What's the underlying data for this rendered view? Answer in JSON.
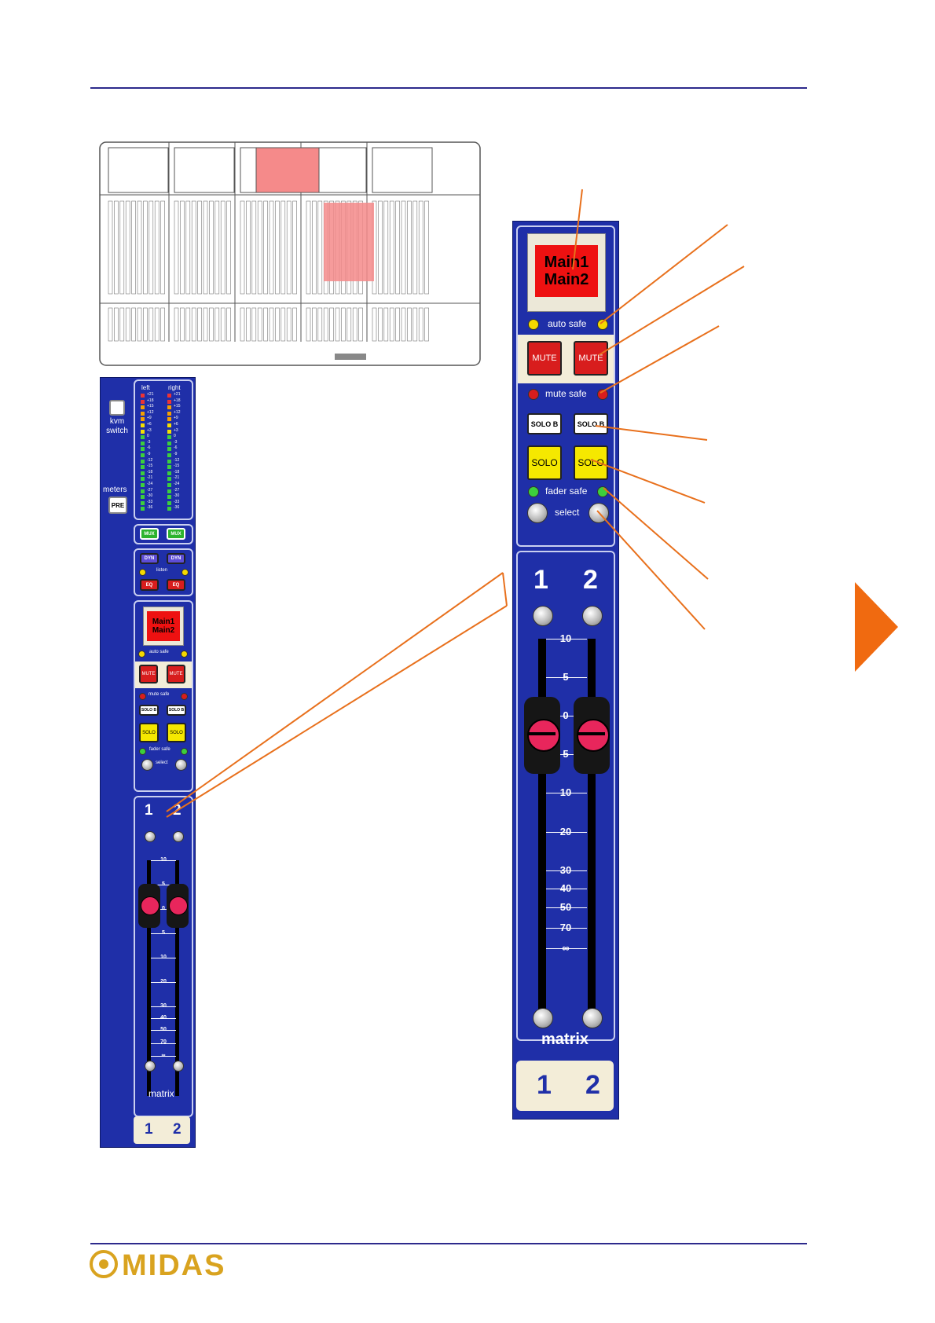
{
  "page": {
    "accent": "#2d2a8c",
    "strip_color": "#1f2fa8",
    "callout_color": "#e8701c"
  },
  "console_overview": {
    "highlight_color": "#f58a8a"
  },
  "small_strip": {
    "meter_left": "left",
    "meter_right": "right",
    "meter_scale": [
      "+21",
      "+18",
      "+15",
      "+12",
      "+9",
      "+6",
      "+3",
      "0",
      "-3",
      "-6",
      "-9",
      "-12",
      "-15",
      "-18",
      "-21",
      "-24",
      "-27",
      "-30",
      "-33",
      "-36"
    ],
    "kvm_label_1": "kvm",
    "kvm_label_2": "switch",
    "meters_label": "meters",
    "pre_label": "PRE",
    "mux_1": "MUX",
    "mux_2": "MUX",
    "dyn_1": "DYN",
    "dyn_2": "DYN",
    "listen_label": "listen",
    "eq_1": "EQ",
    "eq_2": "EQ",
    "display_line1": "Main1",
    "display_line2": "Main2",
    "auto_safe": "auto safe",
    "mute_1": "MUTE",
    "mute_2": "MUTE",
    "mute_safe": "mute safe",
    "solob_1": "SOLO B",
    "solob_2": "SOLO B",
    "solo_1": "SOLO",
    "solo_2": "SOLO",
    "fader_safe": "fader safe",
    "select": "select",
    "ch_1": "1",
    "ch_2": "2",
    "fader_scale": [
      "10",
      "5",
      "0",
      "5",
      "10",
      "20",
      "30",
      "40",
      "50",
      "70",
      "∞"
    ],
    "matrix_label": "matrix",
    "footer_1": "1",
    "footer_2": "2"
  },
  "large_strip": {
    "display_line1": "Main1",
    "display_line2": "Main2",
    "auto_safe": "auto safe",
    "mute_1": "MUTE",
    "mute_2": "MUTE",
    "mute_safe": "mute safe",
    "solob_1": "SOLO B",
    "solob_2": "SOLO B",
    "solo_1": "SOLO",
    "solo_2": "SOLO",
    "fader_safe": "fader safe",
    "select": "select",
    "ch_1": "1",
    "ch_2": "2",
    "fader_scale": [
      "10",
      "5",
      "0",
      "5",
      "10",
      "20",
      "30",
      "40",
      "50",
      "70",
      "∞"
    ],
    "matrix_label": "matrix",
    "footer_1": "1",
    "footer_2": "2"
  },
  "logo": {
    "text": "MIDAS"
  }
}
